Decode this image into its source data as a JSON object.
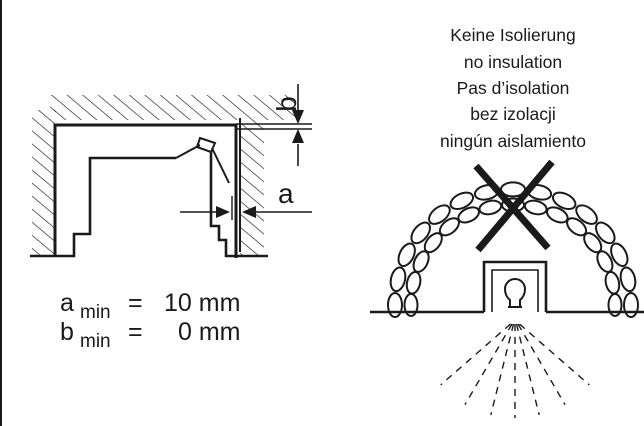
{
  "figure": {
    "dimension_labels": {
      "a": "a",
      "b": "b"
    },
    "insulation_notes": [
      "Keine Isolierung",
      "no insulation",
      "Pas d’isolation",
      "bez izolacji",
      "ningún aislamiento"
    ],
    "min_values": {
      "a": {
        "symbol": "a",
        "subscript": "min",
        "equals": "=",
        "value": "10 mm"
      },
      "b": {
        "symbol": "b",
        "subscript": "min",
        "equals": "=",
        "value": "0 mm"
      }
    }
  },
  "colors": {
    "stroke": "#1a1a1a",
    "background": "#ffffff"
  }
}
